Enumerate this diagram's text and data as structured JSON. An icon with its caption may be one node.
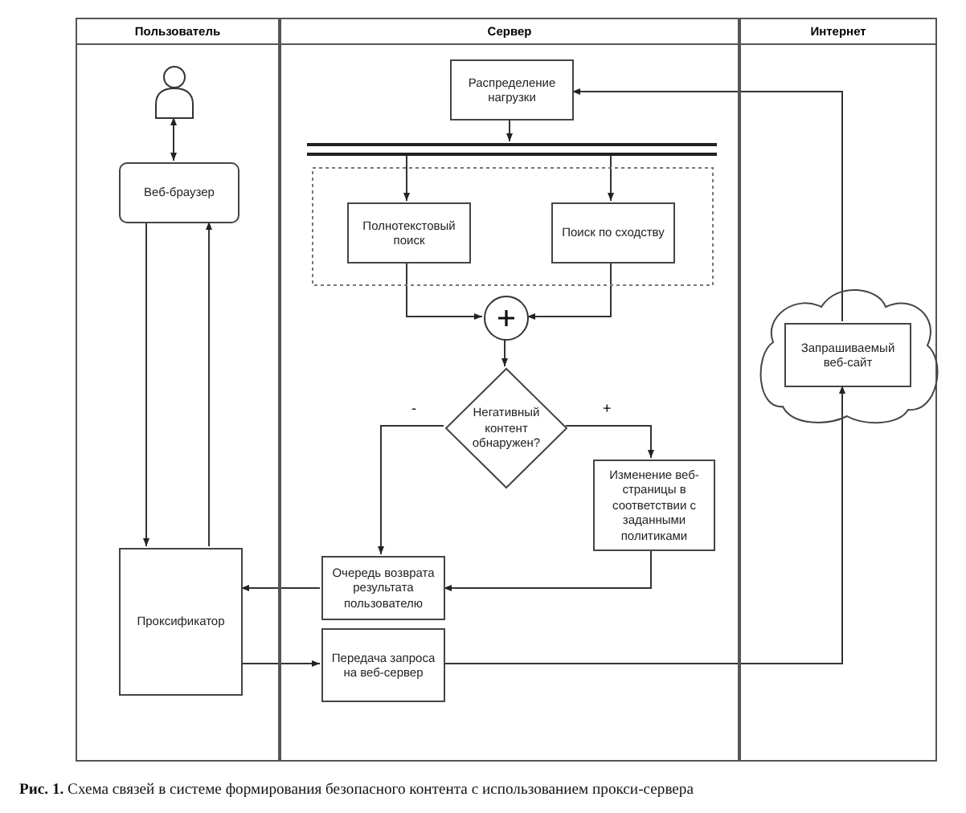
{
  "diagram": {
    "nodes": [
      {
        "text": [
          "Пользователь"
        ]
      },
      {
        "text": [
          "Сервер"
        ]
      },
      {
        "text": [
          "Интернет"
        ]
      },
      {
        "text": [],
        "shape": "person",
        "in": 0
      },
      {
        "text": [
          "Веб-браузер"
        ],
        "in": 0
      },
      {
        "text": [
          "Проксификатор"
        ],
        "in": 0
      },
      {
        "text": [
          "Распределение нагрузки"
        ],
        "in": 1
      },
      {
        "text": [],
        "shape": "bar",
        "in": 1
      },
      {
        "text": [],
        "shape": "box",
        "in": 1
      },
      {
        "text": [
          "Полнотекстовый поиск"
        ],
        "in": 8
      },
      {
        "text": [
          "Поиск по сходству"
        ],
        "in": 8
      },
      {
        "text": [],
        "shape": "circle",
        "in": 1
      },
      {
        "text": [
          "Негативный контент обнаружен?"
        ],
        "in": 1
      },
      {
        "text": [
          "Изменение веб-страницы в соответствии с заданными политиками"
        ],
        "in": 1
      },
      {
        "text": [
          "Очередь возврата результата пользователю"
        ],
        "in": 1
      },
      {
        "text": [
          "Передача запроса на веб-сервер"
        ],
        "in": 1
      },
      {
        "text": [],
        "shape": "cloud",
        "in": 2
      },
      {
        "text": [
          "Запрашиваемый веб-сайт"
        ],
        "in": 16
      }
    ],
    "edges": [
      {
        "from": 3,
        "to": 4,
        "arrow": "both"
      },
      {
        "from": 4,
        "to": 5,
        "arrow": "to"
      },
      {
        "from": 5,
        "to": 4,
        "arrow": "to"
      },
      {
        "from": 5,
        "to": 15,
        "arrow": "to"
      },
      {
        "from": 15,
        "to": 17,
        "arrow": "to"
      },
      {
        "from": 17,
        "to": 6,
        "arrow": "to"
      },
      {
        "from": 6,
        "to": 7,
        "arrow": "to"
      },
      {
        "from": 7,
        "to": 9,
        "arrow": "to"
      },
      {
        "from": 7,
        "to": 10,
        "arrow": "to"
      },
      {
        "from": 9,
        "to": 11,
        "arrow": "to"
      },
      {
        "from": 10,
        "to": 11,
        "arrow": "to"
      },
      {
        "from": 11,
        "to": 12,
        "arrow": "to"
      },
      {
        "from": 12,
        "to": 14,
        "arrow": "to",
        "label": "-"
      },
      {
        "from": 12,
        "to": 13,
        "arrow": "to",
        "label": "+"
      },
      {
        "from": 13,
        "to": 14,
        "arrow": "to"
      },
      {
        "from": 14,
        "to": 5,
        "arrow": "to"
      }
    ],
    "caption": "**Рис. 1.** Схема связей в системе формирования безопасного контента с использованием прокси-сервера"
  }
}
